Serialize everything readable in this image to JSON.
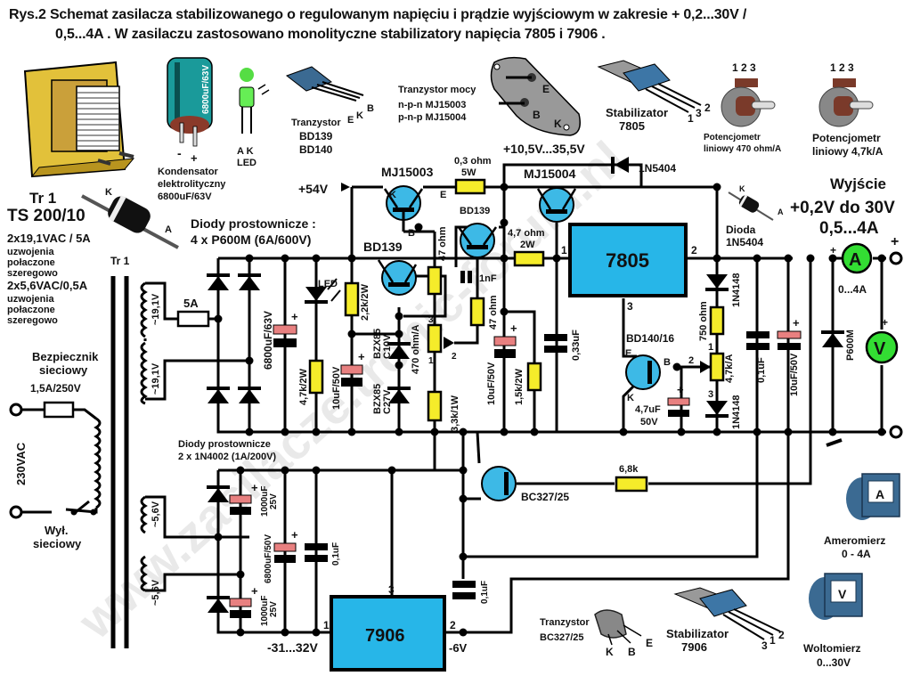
{
  "title": {
    "line1": "Rys.2 Schemat zasilacza stabilizowanego o regulowanym napięciu i prądzie wyjściowym w zakresie + 0,2...30V /",
    "line2": "0,5...4A . W zasilaczu zastosowano monolityczne stabilizatory napięcia 7805 i 7906 ."
  },
  "watermark": "www.zasilacze.tronic-forum.nl",
  "legend_parts": {
    "capacitor": {
      "minus": "-",
      "plus": "+",
      "label1": "Kondensator",
      "label2": "elektrolityczny",
      "label3": "6800uF/63V",
      "body_text": "6800uF/63V"
    },
    "led": {
      "pins": "A K",
      "label": "LED"
    },
    "transistor_bd": {
      "pins": [
        "E",
        "K",
        "B"
      ],
      "label1": "Tranzystor",
      "label2": "BD139",
      "label3": "BD140"
    },
    "power_transistor": {
      "label1": "Tranzystor mocy",
      "label2": "n-p-n MJ15003",
      "label3": "p-n-p MJ15004",
      "pins": [
        "E",
        "B",
        "K"
      ]
    },
    "stab_7805": {
      "label1": "Stabilizator",
      "label2": "7805",
      "pins": [
        "1",
        "3",
        "2"
      ]
    },
    "pot_470": {
      "pins": [
        "1",
        "2",
        "3"
      ],
      "label1": "Potencjometr",
      "label2": "liniowy 470 ohm/A"
    },
    "pot_4k7": {
      "pins": [
        "1",
        "2",
        "3"
      ],
      "label1": "Potencjometr",
      "label2": "liniowy 4,7k/A"
    },
    "transformer": {
      "name": "Tr 1",
      "model": "TS 200/10",
      "spec1": "2x19,1VAC / 5A",
      "spec1_note": [
        "uzwojenia",
        "połaczone",
        "szeregowo"
      ],
      "spec2": "2x5,6VAC/0,5A",
      "spec2_note": [
        "uzwojenia",
        "połaczone",
        "szeregowo"
      ]
    },
    "diode_big": {
      "k": "K",
      "a": "A"
    },
    "diode_1n5404": {
      "k": "K",
      "a": "A",
      "label1": "Dioda",
      "label2": "1N5404"
    },
    "bc327": {
      "label1": "Tranzystor",
      "label2": "BC327/25",
      "pins": [
        "K",
        "B",
        "E"
      ]
    },
    "stab_7906": {
      "label1": "Stabilizator",
      "label2": "7906",
      "pins": [
        "3",
        "1",
        "2"
      ]
    },
    "ammeter": {
      "label1": "Ameromierz",
      "label2": "0 - 4A",
      "glyph": "A"
    },
    "voltmeter": {
      "label1": "Woltomierz",
      "label2": "0...30V",
      "glyph": "V"
    }
  },
  "schematic": {
    "rectifier_label1": "Diody prostownicze :",
    "rectifier_label2": "4 x P600M (6A/600V)",
    "rectifier2_label1": "Diody prostownicze",
    "rectifier2_label2": "2 x 1N4002 (1A/200V)",
    "tr1_label": "Tr 1",
    "fuse_main": {
      "label1": "Bezpiecznik",
      "label2": "sieciowy",
      "label3": "1,5A/250V"
    },
    "mains": "230VAC",
    "switch": {
      "label1": "Wył.",
      "label2": "sieciowy"
    },
    "winding1": "~19,1V",
    "winding2": "~19,1V",
    "winding3": "~5,6V",
    "winding4": "~5,6V",
    "fuse_5a": "5A",
    "v54": "+54V",
    "v_rail": "+10,5V...35,5V",
    "v_neg": "-31...32V",
    "v_neg6": "-6V",
    "q_mj15003": "MJ15003",
    "q_mj15004": "MJ15004",
    "q_bd139a": "BD139",
    "q_bd139b": "BD139",
    "q_bd140": "BD140/16",
    "q_bc327": "BC327/25",
    "pin_k": "K",
    "pin_e": "E",
    "pin_b": "B",
    "r_03": {
      "v": "0,3 ohm",
      "p": "5W"
    },
    "r_47a": "47 ohm",
    "r_47b": "47 ohm",
    "r_47ohm2w": {
      "v": "4,7 ohm",
      "p": "2W"
    },
    "r_22k": "2,2k/2W",
    "r_47k": "4,7k/2W",
    "r_33k": "3,3k/1W",
    "r_15k": "1,5k/2W",
    "r_750": "750 ohm",
    "r_68k": "6,8k",
    "pot_470": "470 ohm/A",
    "pot_4k7": "4,7k/A",
    "c_main": "6800uF/63V",
    "c_10u_a": "10uF/50V",
    "c_10u_b": "10uF/50V",
    "c_10u_c": "10uF/50V",
    "c_1n": "1nF",
    "c_033": "0,33uF",
    "c_47u": {
      "v": "4,7uF",
      "p": "50V"
    },
    "c_01_a": "0,1uF",
    "c_01_b": "0,1uF",
    "c_01_c": "0,1uF",
    "c_1000_a": {
      "v": "1000uF",
      "p": "25V"
    },
    "c_1000_b": {
      "v": "1000uF",
      "p": "25V"
    },
    "c_6800_50": "6800uF/50V",
    "z_c10": {
      "a": "BZX85",
      "b": "C10V"
    },
    "z_c27": {
      "a": "BZX85",
      "b": "C27V"
    },
    "led": "LED",
    "d_1n5404": "1N5404",
    "d_1n4148a": "1N4148",
    "d_1n4148b": "1N4148",
    "d_p600": "P600M",
    "ic_7805": "7805",
    "ic_7906": "7906",
    "pin1": "1",
    "pin2": "2",
    "pin3": "3",
    "output": {
      "label": "Wyjście",
      "range_v": "+0,2V do 30V",
      "range_a": "0,5...4A",
      "plus": "+"
    },
    "meter_a": {
      "glyph": "A",
      "range": "0...4A"
    },
    "meter_v": {
      "glyph": "V"
    }
  }
}
